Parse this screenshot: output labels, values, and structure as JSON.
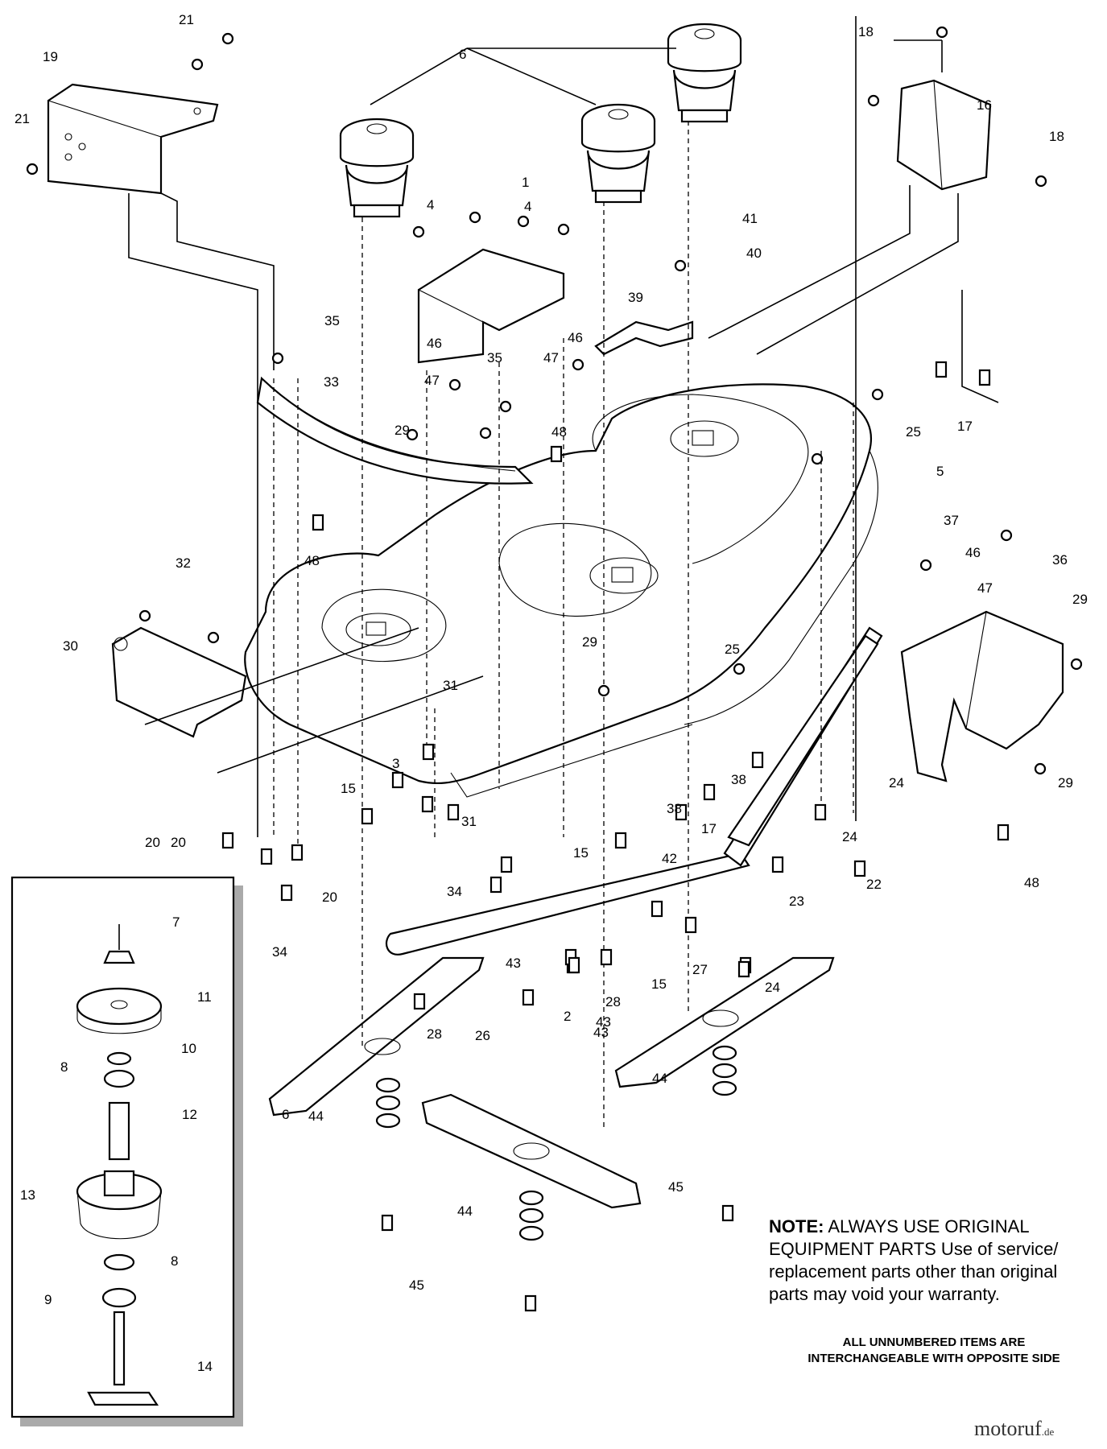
{
  "diagram": {
    "labels": [
      "1",
      "2",
      "3",
      "4",
      "4",
      "5",
      "6",
      "6",
      "7",
      "8",
      "8",
      "9",
      "10",
      "11",
      "12",
      "13",
      "14",
      "15",
      "15",
      "15",
      "16",
      "17",
      "17",
      "18",
      "18",
      "19",
      "20",
      "20",
      "20",
      "21",
      "21",
      "22",
      "23",
      "24",
      "24",
      "24",
      "25",
      "25",
      "26",
      "27",
      "28",
      "28",
      "29",
      "29",
      "29",
      "29",
      "30",
      "31",
      "31",
      "32",
      "33",
      "34",
      "34",
      "35",
      "35",
      "36",
      "37",
      "38",
      "38",
      "39",
      "40",
      "41",
      "42",
      "43",
      "43",
      "43",
      "44",
      "44",
      "44",
      "45",
      "45",
      "46",
      "46",
      "46",
      "47",
      "47",
      "47",
      "48",
      "48",
      "48"
    ],
    "note": {
      "heading": "NOTE:",
      "heading_rest": "ALWAYS USE ORIGINAL",
      "body": "EQUIPMENT PARTS Use of service/ replacement parts other than original parts may void your warranty."
    },
    "unnumbered": "ALL UNNUMBERED ITEMS ARE INTERCHANGEABLE WITH OPPOSITE SIDE",
    "watermark": {
      "main": "motoruf",
      "suffix": ".de"
    }
  }
}
